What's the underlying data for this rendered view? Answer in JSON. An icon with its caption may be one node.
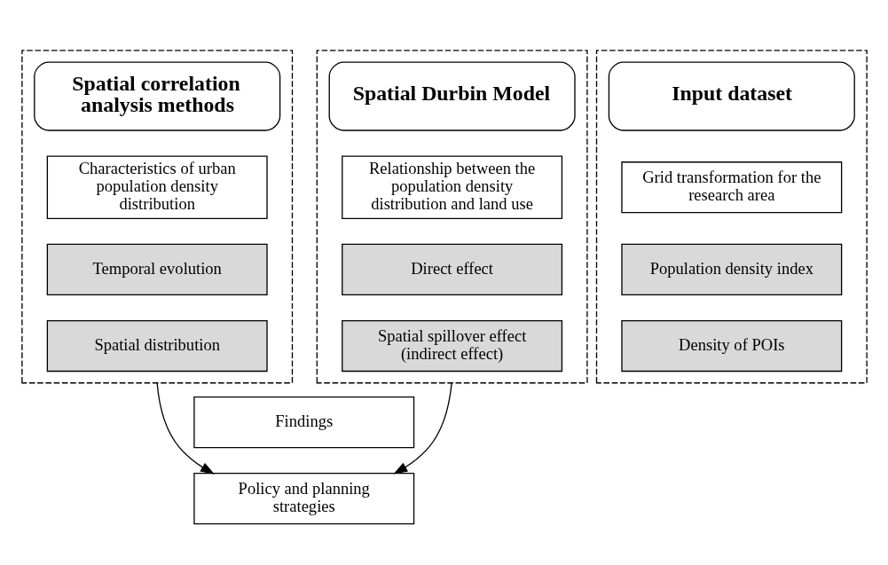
{
  "diagram": {
    "nodes": [
      {
        "text": [],
        "shape": "box"
      },
      {
        "text": [
          "Spatial correlation analysis methods"
        ],
        "in": 0
      },
      {
        "text": [
          "Characteristics of urban population density distribution"
        ],
        "in": 0
      },
      {
        "text": [
          "Temporal evolution"
        ],
        "in": 0
      },
      {
        "text": [
          "Spatial distribution"
        ],
        "in": 0
      },
      {
        "text": [],
        "shape": "box"
      },
      {
        "text": [
          "Input dataset"
        ],
        "in": 5
      },
      {
        "text": [
          "Grid transformation for the research area"
        ],
        "in": 5
      },
      {
        "text": [
          "Population density index"
        ],
        "in": 5
      },
      {
        "text": [
          "Density of POIs"
        ],
        "in": 5
      },
      {
        "text": [],
        "shape": "box"
      },
      {
        "text": [
          "Spatial Durbin Model"
        ],
        "in": 10
      },
      {
        "text": [
          "Relationship between the population density distribution and land use"
        ],
        "in": 10
      },
      {
        "text": [
          "Direct effect"
        ],
        "in": 10
      },
      {
        "text": [
          "Spatial spillover effect (indirect effect)"
        ],
        "in": 10
      },
      {
        "text": [
          "Findings"
        ]
      },
      {
        "text": [
          "Policy and planning strategies"
        ]
      }
    ],
    "edges": [
      {
        "from": 0,
        "to": 16,
        "arrow": "to"
      },
      {
        "from": 10,
        "to": 16,
        "arrow": "to"
      }
    ]
  }
}
